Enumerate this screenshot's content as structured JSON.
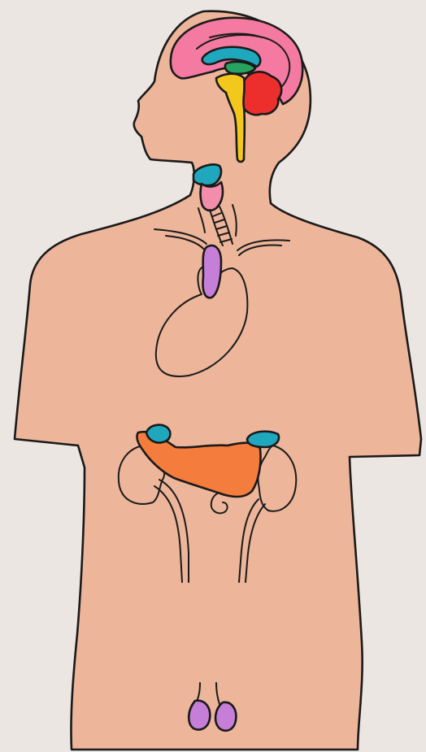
{
  "colors": {
    "background": "#ebe6e2",
    "skin": "#edb59a",
    "outline": "#1a1a1a",
    "cerebrum": "#f47aa1",
    "hypothalamus": "#1fa7bd",
    "pituitary_green": "#27a260",
    "cerebellum": "#ec2f2c",
    "brainstem": "#f2c81c",
    "thyroid_cyan": "#1fa7bd",
    "trachea_pink": "#f28dac",
    "thymus": "#c57fd8",
    "pancreas": "#f47c3c",
    "adrenal": "#1fa7bd",
    "testes": "#c57fd8"
  },
  "organs": [
    {
      "name": "brain"
    },
    {
      "name": "thyroid"
    },
    {
      "name": "thymus"
    },
    {
      "name": "heart"
    },
    {
      "name": "pancreas"
    },
    {
      "name": "kidneys"
    },
    {
      "name": "adrenal glands"
    },
    {
      "name": "testes"
    }
  ]
}
